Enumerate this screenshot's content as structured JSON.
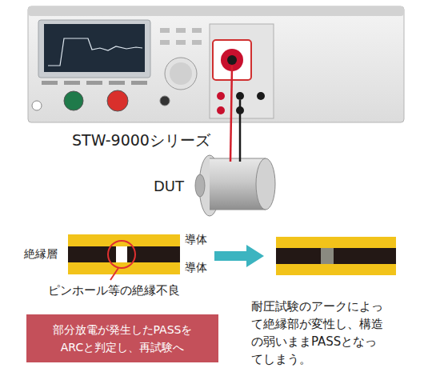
{
  "diagram": {
    "nodes": [
      {
        "text": [
          "部分放電が発生したPASSをARCと判定し、再試験へ"
        ]
      }
    ],
    "labels": [
      "STW-9000シリーズ",
      "DUT",
      "絶縁層",
      "導体",
      "導体",
      "ピンホール等の絶縁不良",
      "耐圧試験のアークによって絶縁部が変性し、構造の弱いままPASSとなってしまう。"
    ]
  }
}
